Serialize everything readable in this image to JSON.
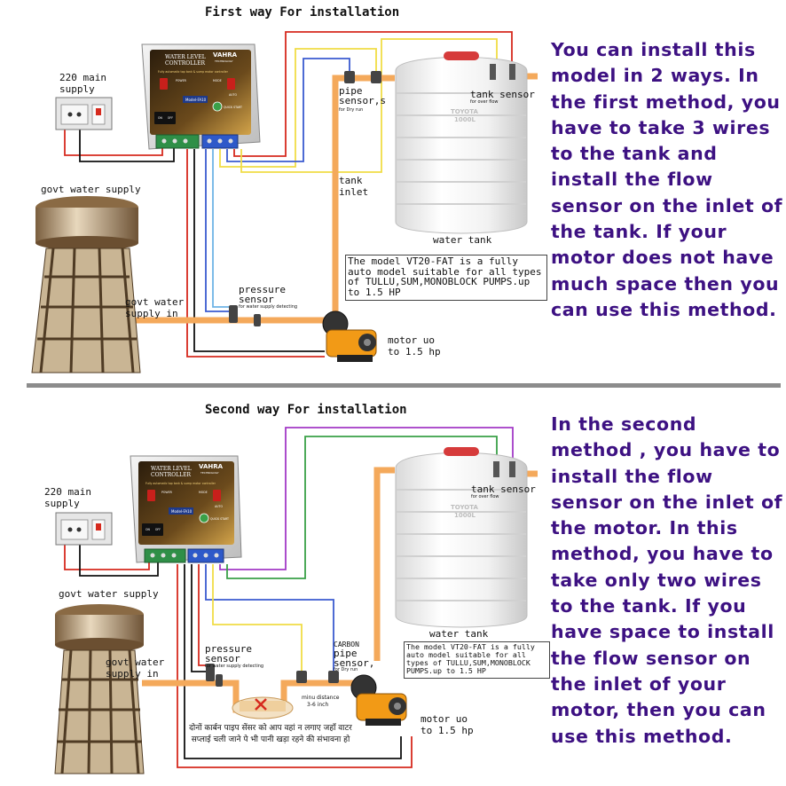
{
  "colors": {
    "pipe": "#f4a95b",
    "wire_red": "#d62a1e",
    "wire_black": "#111111",
    "wire_yellow": "#f0dc45",
    "wire_blue": "#3b5bd0",
    "wire_lightblue": "#6fb4e6",
    "wire_green": "#3aa048",
    "wire_purple": "#a23ac6",
    "text_purple": "#3d1182",
    "divider": "#8c8c8c"
  },
  "method1": {
    "heading": "First way For installation",
    "main_supply": [
      "220 main",
      "supply"
    ],
    "govt_supply": "govt water supply",
    "govt_in": [
      "govt water",
      "supply in"
    ],
    "pipe_sensor": [
      "pipe",
      "sensor,s"
    ],
    "pipe_sensor_sub": "for Dry run",
    "tank_sensor": "tank sensor",
    "tank_sensor_sub": "for over flow",
    "tank_inlet": [
      "tank",
      "inlet"
    ],
    "water_tank": "water tank",
    "pressure": [
      "pressure",
      "sensor"
    ],
    "pressure_sub": "for water supply detecting",
    "motor": [
      "motor uo",
      "to 1.5 hp"
    ],
    "note": "The model VT20-FAT is a fully auto model suitable for all types of TULLU,SUM,MONOBLOCK PUMPS.up to 1.5 HP",
    "description": "You can install this model in 2 ways. In the first method, you have to take 3 wires to the tank and install the flow sensor on the inlet of the tank. If your motor does not have much space then you can use this method."
  },
  "method2": {
    "heading": "Second way For installation",
    "main_supply": [
      "220 main",
      "supply"
    ],
    "govt_supply": "govt water supply",
    "govt_in": [
      "govt water",
      "supply in"
    ],
    "carbon_sensor": [
      "CARBON",
      "pipe",
      "sensor,"
    ],
    "carbon_sub": "for Dry run",
    "tank_sensor": "tank sensor",
    "tank_sensor_sub": "for over flow",
    "water_tank": "water tank",
    "pressure": [
      "pressure",
      "sensor"
    ],
    "pressure_sub": "for water supply detecting",
    "min_distance": [
      "minu distance",
      "3-6 inch"
    ],
    "hindi_note": "दोनों कार्बन पाइप सेंसर को आप वहां न लगाए जहाँ वाटर सप्लाई चली जाने पे भी पानी खड़ा रहने की संभावना हो",
    "motor": [
      "motor uo",
      "to 1.5 hp"
    ],
    "note": "The model VT20-FAT is a fully auto model suitable for all types of TULLU,SUM,MONOBLOCK PUMPS.up to 1.5 HP",
    "description": "In the second method , you have to install the flow sensor on the inlet of the motor. In this method, you have to take only two wires to the tank. If you have space to install the flow sensor on the inlet of your motor, then you can use this method."
  },
  "controller": {
    "title": [
      "WATER LEVEL",
      "CONTROLLER"
    ],
    "brand": "VAHRA",
    "brand_sub": "TECHNOLOGY",
    "tagline": "Fully automatic top tank & sump motor controller",
    "model": "Model-FA10",
    "labels": [
      "POWER",
      "MODE",
      "AUTO",
      "QUICK START",
      "ON",
      "OFF"
    ],
    "tank_text": [
      "TOYOTA",
      "1000L"
    ]
  }
}
